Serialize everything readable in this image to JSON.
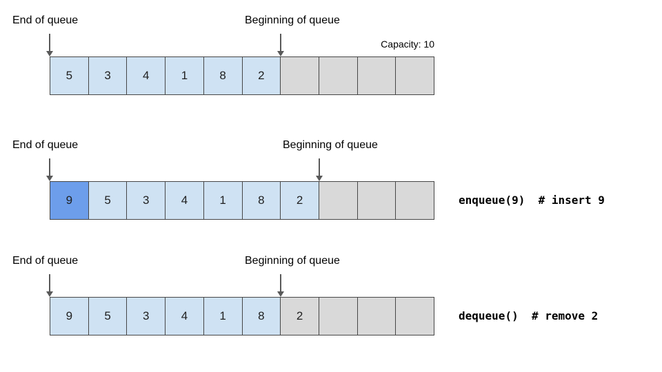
{
  "colors": {
    "cell_filled": "#cfe2f3",
    "cell_new": "#6d9eeb",
    "cell_empty": "#d9d9d9",
    "cell_border": "#464646",
    "arrow": "#595959",
    "label_text": "#000000",
    "code_text": "#000000"
  },
  "diagram": {
    "capacity_label": "Capacity: 10",
    "rows": [
      {
        "end_label": "End of queue",
        "begin_label": "Beginning of queue",
        "code": "",
        "cells": [
          {
            "value": "5",
            "state": "filled"
          },
          {
            "value": "3",
            "state": "filled"
          },
          {
            "value": "4",
            "state": "filled"
          },
          {
            "value": "1",
            "state": "filled"
          },
          {
            "value": "8",
            "state": "filled"
          },
          {
            "value": "2",
            "state": "filled"
          },
          {
            "value": "",
            "state": "empty"
          },
          {
            "value": "",
            "state": "empty"
          },
          {
            "value": "",
            "state": "empty"
          },
          {
            "value": "",
            "state": "empty"
          }
        ]
      },
      {
        "end_label": "End of queue",
        "begin_label": "Beginning of queue",
        "code": "enqueue(9)  # insert 9",
        "cells": [
          {
            "value": "9",
            "state": "new"
          },
          {
            "value": "5",
            "state": "filled"
          },
          {
            "value": "3",
            "state": "filled"
          },
          {
            "value": "4",
            "state": "filled"
          },
          {
            "value": "1",
            "state": "filled"
          },
          {
            "value": "8",
            "state": "filled"
          },
          {
            "value": "2",
            "state": "filled"
          },
          {
            "value": "",
            "state": "empty"
          },
          {
            "value": "",
            "state": "empty"
          },
          {
            "value": "",
            "state": "empty"
          }
        ]
      },
      {
        "end_label": "End of queue",
        "begin_label": "Beginning of queue",
        "code": "dequeue()  # remove 2",
        "cells": [
          {
            "value": "9",
            "state": "filled"
          },
          {
            "value": "5",
            "state": "filled"
          },
          {
            "value": "3",
            "state": "filled"
          },
          {
            "value": "4",
            "state": "filled"
          },
          {
            "value": "1",
            "state": "filled"
          },
          {
            "value": "8",
            "state": "filled"
          },
          {
            "value": "2",
            "state": "removed"
          },
          {
            "value": "",
            "state": "empty"
          },
          {
            "value": "",
            "state": "empty"
          },
          {
            "value": "",
            "state": "empty"
          }
        ]
      }
    ]
  }
}
